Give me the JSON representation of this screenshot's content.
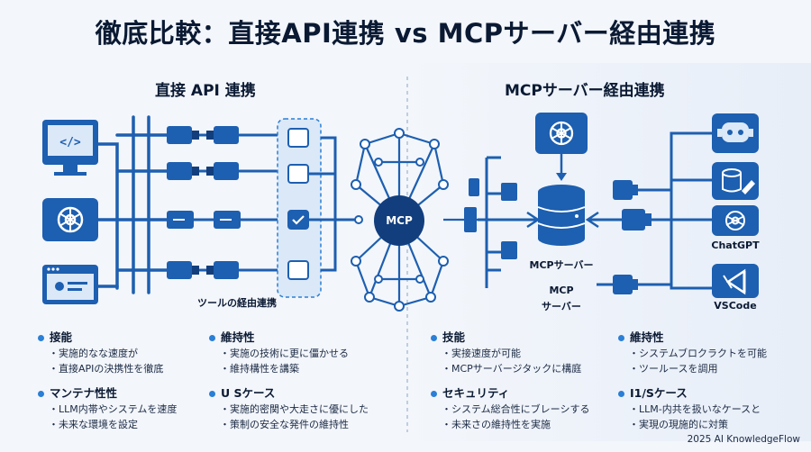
{
  "title": "徹底比較：直接API連携 vs MCPサーバー経由連携",
  "left_title": "直接 API 連携",
  "right_title": "MCPサーバー経由連携",
  "hub_label": "MCP",
  "tool_chain_label": "ツールの経由連携",
  "server_label_1": "MCPサーバー",
  "server_label_2a": "MCP",
  "server_label_2b": "サーバー",
  "client_labels": {
    "chatgpt": "ChatGPT",
    "vscode": "VSCode"
  },
  "colors": {
    "primary": "#1d5fb0",
    "dark": "#123e7d",
    "light": "#dbe8f7",
    "accent": "#2a7fd6"
  },
  "sections": [
    {
      "heading": "接能",
      "items": [
        "実施的なな速度が",
        "直接APIの決携性を徹底"
      ]
    },
    {
      "heading": "維持性",
      "items": [
        "実施の技術に更に僵かせる",
        "維持構性を講築"
      ]
    },
    {
      "heading": "マンテナ性性",
      "items": [
        "LLM内帯やシステムを速度",
        "未来な環境を設定"
      ]
    },
    {
      "heading": "U Sケース",
      "items": [
        "実施的密関や大走さに優にした",
        "策制の安全な発件の維持性"
      ]
    },
    {
      "heading": "技能",
      "items": [
        "実接速度が可能",
        "MCPサーバージタックに構庭"
      ]
    },
    {
      "heading": "維持性",
      "items": [
        "システムブロクラクトを可能",
        "ツールースを調用"
      ]
    },
    {
      "heading": "セキュリティ",
      "items": [
        "システム総合性にブレーシする",
        "未来さの維持性を実施"
      ]
    },
    {
      "heading": "I1/Sケース",
      "items": [
        "LLM-内共を扱いなケースと",
        "実現の現施的に対策"
      ]
    }
  ],
  "footer": "2025 AI KnowledgeFlow"
}
